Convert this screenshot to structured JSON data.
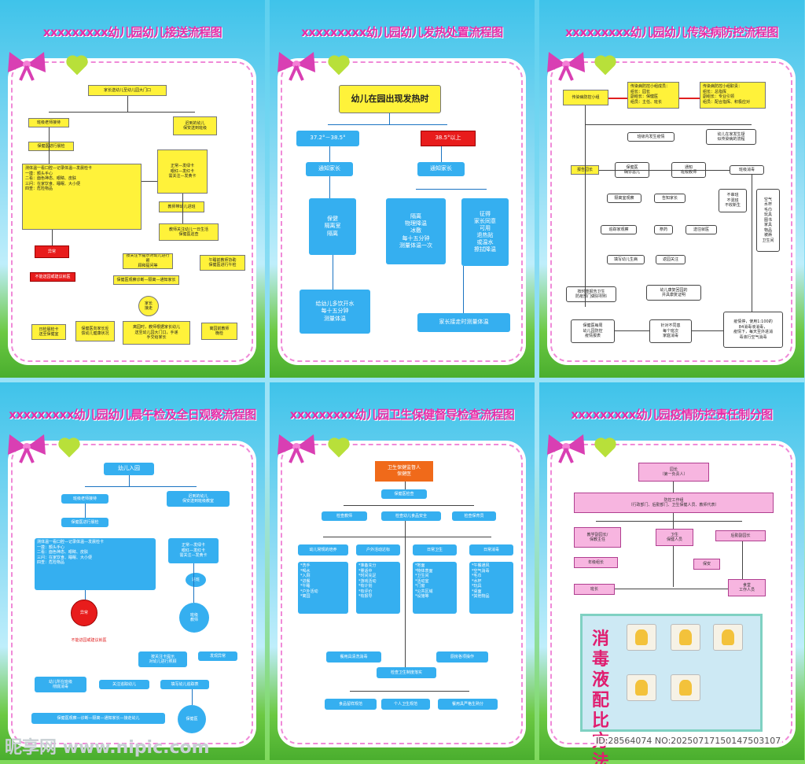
{
  "panels": {
    "p1": {
      "title": "xxxxxxxxx幼儿园幼儿接送流程图",
      "b": [
        "家长送幼儿至幼儿园大门口",
        "班级老师接待",
        "迟到的幼儿\n保安送到班级",
        "保健医进行晨检",
        "测体温一看口腔—记录体温—发晨检卡\n一摸：额头手心\n二看：面色神态、眼睛、皮肤\n三问：在家饮食、睡眠、大小便\n四查：危险物品",
        "正常—发绿卡\n眼红—发红卡\n需关注—发黄卡",
        "异常",
        "不能送园或建议就医",
        "教师带幼儿进班",
        "教师关注幼儿一日生活\n保健医巡查",
        "按关注卡提示对幼儿进行照\n顾和提问等",
        "午睡前教师协助\n保健医进行午检",
        "保健医观察诊断—隔离—通知家长",
        "家长\n接走",
        "离园时，教师根据家长幼儿\n送至幼儿园大门口，手递\n手交给家长",
        "离园前教师\n晚检",
        "日检晨检卡\n送至保健室",
        "保健医向家长反\n馈幼儿健康状况"
      ]
    },
    "p2": {
      "title": "xxxxxxxxx幼儿园幼儿发热处置流程图",
      "b": [
        "幼儿在园出现发热时",
        "37.2°－38.5°",
        "38.5°以上",
        "通知家长",
        "通知家长",
        "保健\n隔离室\n隔离",
        "隔离\n物理降温\n冰敷\n每十五分钟\n测量体温一次",
        "征得\n家长同意\n可用\n退热贴\n或温水\n擦拭降温",
        "给幼儿多饮开水\n每十五分钟\n测量体温",
        "家长接走时测量体温"
      ]
    },
    "p3": {
      "title": "xxxxxxxxx幼儿园幼儿传染病防控流程图",
      "b": [
        "传染病防控小组",
        "传染病防控小组成员：\n组长：园长\n副组长：保健医\n组员：主任、班长",
        "传染病防控小组职责：\n组长：总指挥\n副组长：专业引领\n组员：配合指挥、积极应对",
        "班级内发生疫情",
        "幼儿在家发生疑\n似传染病的流程",
        "报告园长",
        "保健医\n确诊患儿",
        "通知\n班级教师",
        "班级消毒",
        "隔离室观察",
        "告知家长",
        "不串班\n不混班\n不收新生",
        "空气\n水杯\n毛巾\n玩具\n图书\n家具\n物品\n被褥\n卫生间",
        "追踪家观察",
        "祭药",
        "送往就医",
        "填写幼儿生病",
        "返园关注",
        "幼儿康复回园的\n并具康复证明",
        "按时重报告卫生\n防疫部门做好材料",
        "疫情停，使用1:100的\n84消毒液消毒，\n疫情下，每天至外进消\n毒液行空气消毒",
        "保健医每周\n幼儿园防控\n疫情报表",
        "针对不同患\n每个班次\n家庭消毒"
      ]
    },
    "p4": {
      "title": "xxxxxxxxx幼儿园幼儿晨午检及全日观察流程图",
      "b": [
        "幼儿入园",
        "班级老师接待",
        "迟到的幼儿\n保安送到班级教室",
        "保健医进行晨检",
        "测体温一看口腔—记录体温—发晨检卡\n一摸：额头手心\n二看：面色神态、眼睛、皮肤\n三问：在家饮食、睡眠、大小便\n四查：危险物品",
        "正常—发绿卡\n眼红—发红卡\n需关注—发黄卡",
        "进班",
        "班级\n教师",
        "异常",
        "不能进园或建议就医",
        "按关注卡提示\n对幼儿进行照顾",
        "发现异常",
        "幼儿所在班级\n彻底消毒",
        "关注追踪幼儿",
        "填写幼儿追踪表",
        "保健医",
        "保健医观察—诊断—隔离—通知家长—接走幼儿"
      ]
    },
    "p5": {
      "title": "xxxxxxxxx幼儿园卫生保健督导检查流程图",
      "b": [
        "卫生保健监督人\n保健医",
        "保健医检查",
        "检查教师",
        "检查幼儿食品安全",
        "检查保育员",
        "幼儿常规的培养",
        "户外活动达标",
        "日常卫生",
        "日常消毒",
        "*洗手\n*喝水\n*入厕\n*进餐\n*午睡\n*户外活动\n*离园",
        "*准备充分\n*量适中\n*时间充足\n*游戏活动\n*有计划\n*有评价\n*有报导",
        "*地面\n*物体表面\n*卫生间\n*活动室\n*门窗\n*公共区域\n*设施等",
        "*午餐通风\n*空气消毒\n*毛巾\n*水杯\n*玩具\n*桌面\n*其他物品",
        "餐用具清洗消毒",
        "厨房各项操作",
        "检查卫生制度落实",
        "食品留样规范",
        "个人卫生规范",
        "餐用具严格生熟分"
      ]
    },
    "p6": {
      "title": "xxxxxxxxx幼儿园疫情防控责任制分图",
      "b": [
        "园长\n（第一负责人）",
        "防控工作组\n（行政部门、后勤部门、卫生保健人员、教师代表）",
        "教学副园长/\n保教主任",
        "卫生\n保健人员",
        "后勤副园长",
        "年级组长",
        "保安",
        "班长",
        "食堂\n工作人员"
      ],
      "poster": "消毒液配比方法"
    }
  },
  "watermark": "昵享网 www.nipic.com",
  "id": "ID:28564074 NO:20250717150147503107"
}
